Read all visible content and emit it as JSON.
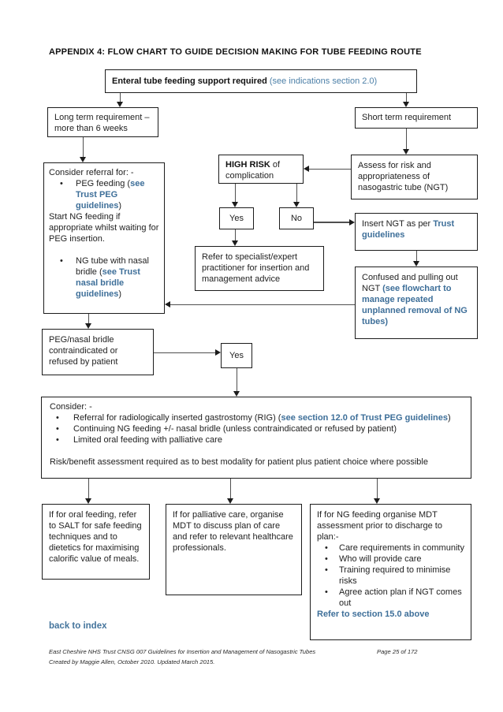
{
  "title": "APPENDIX 4: FLOW CHART TO GUIDE DECISION MAKING FOR TUBE FEEDING ROUTE",
  "colors": {
    "link_regular": "#4d80a8",
    "link_bold": "#3e6f99",
    "box_border": "#1c1c1c"
  },
  "nodes": {
    "enteral": {
      "main": "Enteral tube feeding support required",
      "link": "(see indications section 2.0)"
    },
    "long_term": {
      "text": "Long term requirement – more than 6 weeks"
    },
    "short_term": {
      "text": "Short term requirement"
    },
    "high_risk": {
      "bold": "HIGH RISK",
      "rest": " of",
      "line2": "complication"
    },
    "assess": {
      "text": "Assess for risk and appropriateness of nasogastric tube (NGT)"
    },
    "consider_referral": {
      "intro": "Consider referral for: -",
      "bullet1_pre": "PEG feeding (",
      "bullet1_link": "see Trust PEG guidelines",
      "bullet1_post": ")",
      "middle": "Start NG feeding if appropriate whilst waiting for PEG insertion.",
      "bullet2_pre": "NG tube with nasal bridle (",
      "bullet2_link": "see Trust nasal bridle guidelines",
      "bullet2_post": ")"
    },
    "yes1": {
      "text": "Yes"
    },
    "no": {
      "text": "No"
    },
    "refer_specialist": {
      "text": "Refer to specialist/expert practitioner for insertion and management advice"
    },
    "insert_ngt": {
      "pre": "Insert NGT as per ",
      "link": "Trust guidelines"
    },
    "confused": {
      "pre": "Confused and pulling out NGT ",
      "link": "(see flowchart to manage repeated unplanned removal of NG tubes)"
    },
    "peg_nasal": {
      "text": "PEG/nasal bridle contraindicated or refused by patient"
    },
    "yes2": {
      "text": "Yes"
    },
    "big_consider": {
      "intro": "Consider: -",
      "bullet1_pre": "Referral for radiologically inserted gastrostomy (RIG) (",
      "bullet1_link": "see section 12.0 of Trust PEG guidelines",
      "bullet1_post": ")",
      "bullet2": "Continuing NG feeding +/- nasal bridle (unless contraindicated or refused by patient)",
      "bullet3": "Limited oral feeding with palliative care",
      "footer": "Risk/benefit assessment required as to best modality for patient plus patient choice where possible"
    },
    "oral": {
      "text": "If for oral feeding, refer to SALT for safe feeding techniques and to dietetics for maximising calorific value of meals."
    },
    "palliative": {
      "text": "If for palliative care, organise MDT to discuss plan of care and refer to relevant healthcare professionals."
    },
    "ng_discharge": {
      "intro": "If for NG feeding organise MDT assessment prior to discharge to plan:-",
      "bullets": [
        "Care requirements in community",
        "Who will provide care",
        "Training required to minimise risks",
        "Agree action plan if NGT comes out"
      ],
      "link": "Refer to section 15.0 above"
    }
  },
  "footer": {
    "back_link": "back to index",
    "line1": "East Cheshire NHS Trust CNSG 007 Guidelines for Insertion and Management of Nasogastric Tubes",
    "page": "Page 25 of 172",
    "line2": "Created by Maggie Allen,  October 2010. Updated March 2015."
  }
}
